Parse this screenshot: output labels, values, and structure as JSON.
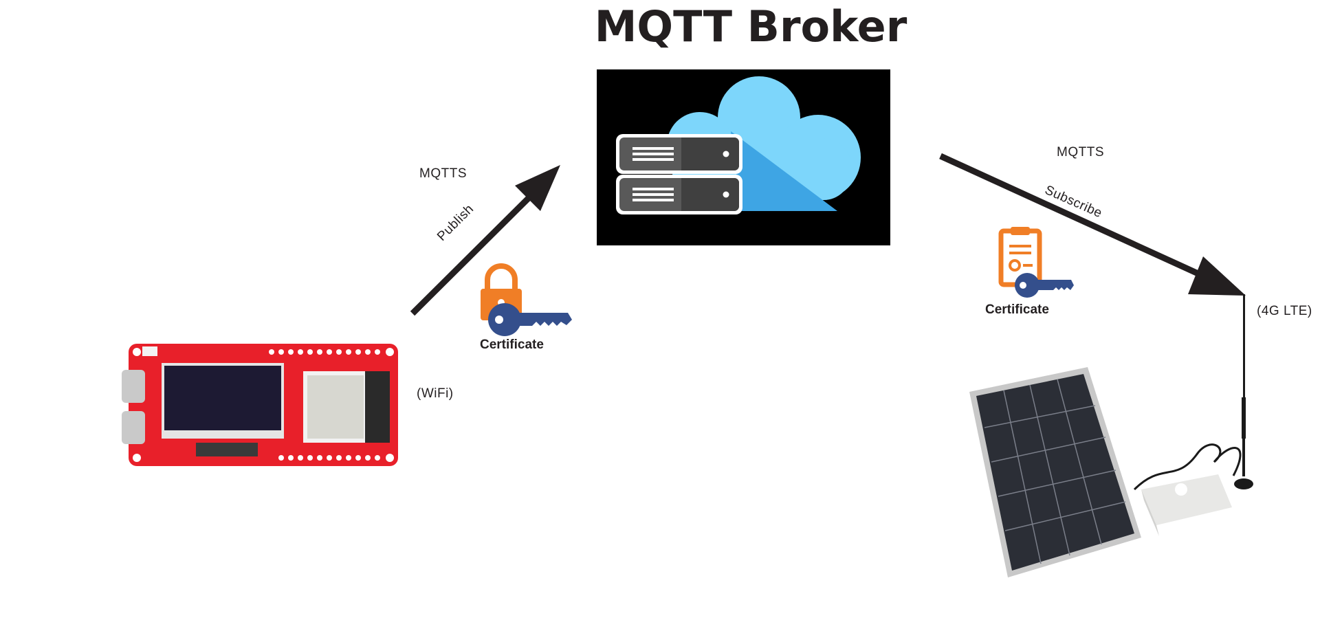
{
  "title": "MQTT Broker",
  "left_link": {
    "protocol": "MQTTS",
    "action": "Publish",
    "credential": "Certificate"
  },
  "right_link": {
    "protocol": "MQTTS",
    "action": "Subscribe",
    "credential": "Certificate"
  },
  "left_device": {
    "connection": "(WiFi)"
  },
  "right_device": {
    "connection": "(4G LTE)"
  },
  "colors": {
    "board_red": "#e8202a",
    "cloud": "#7dd6fb",
    "cloud_shadow": "#3ea5e4",
    "lock_orange": "#f07e26",
    "key_blue": "#344f8c",
    "arrow": "#231f20"
  },
  "icons": [
    "cloud-server-icon",
    "lock-icon",
    "key-icon",
    "certificate-icon",
    "antenna-icon",
    "solar-panel-icon"
  ]
}
